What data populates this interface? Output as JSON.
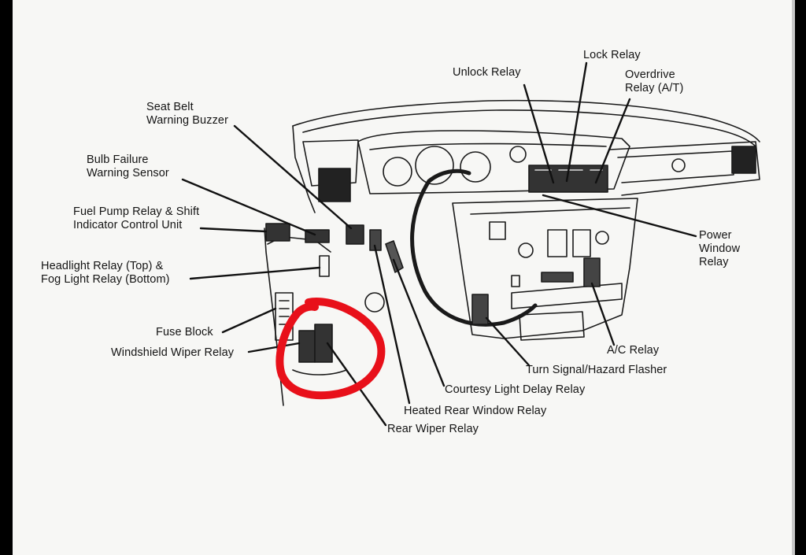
{
  "labels": {
    "lock_relay": "Lock Relay",
    "unlock_relay": "Unlock Relay",
    "overdrive_relay": [
      "Overdrive",
      "Relay (A/T)"
    ],
    "seat_belt": [
      "Seat Belt",
      "Warning Buzzer"
    ],
    "bulb_failure": [
      "Bulb Failure",
      "Warning Sensor"
    ],
    "fuel_pump": [
      "Fuel Pump Relay & Shift",
      "Indicator Control Unit"
    ],
    "headlight": [
      "Headlight Relay (Top) &",
      "Fog Light Relay (Bottom)"
    ],
    "fuse_block": "Fuse Block",
    "windshield_wiper": "Windshield Wiper Relay",
    "power_window": [
      "Power",
      "Window",
      "Relay"
    ],
    "ac_relay": "A/C Relay",
    "turn_signal": "Turn Signal/Hazard Flasher",
    "courtesy_light": "Courtesy Light Delay Relay",
    "heated_rear_window": "Heated Rear Window Relay",
    "rear_wiper": "Rear Wiper Relay"
  },
  "colors": {
    "background_frame": "#000000",
    "paper": "#f7f7f5",
    "ink": "#141414",
    "annotation_circle": "#e8101a"
  },
  "icons": {
    "annotation": "hand-drawn-red-circle"
  }
}
